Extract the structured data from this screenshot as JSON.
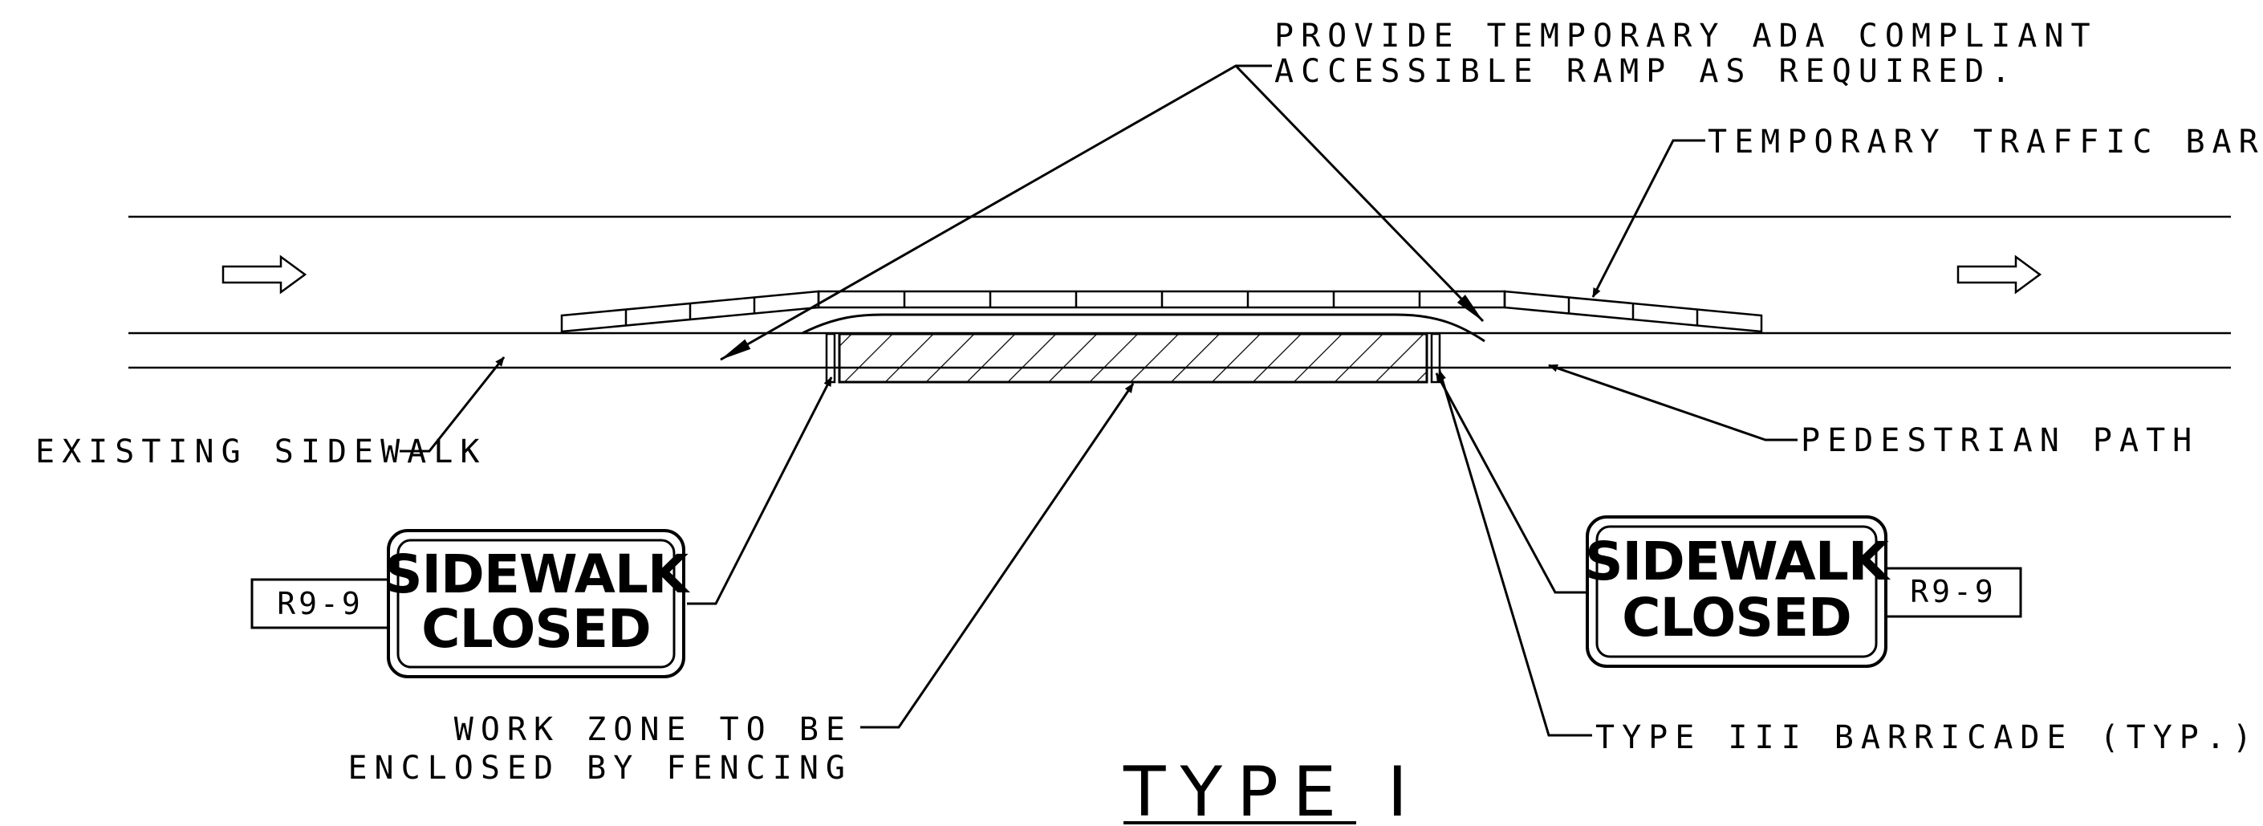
{
  "notes": {
    "ada_ramp_line1": "PROVIDE TEMPORARY ADA COMPLIANT",
    "ada_ramp_line2": "ACCESSIBLE RAMP AS REQUIRED.",
    "traffic_barrier": "TEMPORARY TRAFFIC BARRIER",
    "existing_sidewalk": "EXISTING SIDEWALK",
    "pedestrian_path": "PEDESTRIAN PATH",
    "work_zone_line1": "WORK ZONE TO BE",
    "work_zone_line2": "ENCLOSED BY FENCING",
    "barricade": "TYPE III BARRICADE (TYP.)"
  },
  "signs": {
    "left": {
      "line1": "SIDEWALK",
      "line2": "CLOSED",
      "code": "R9-9"
    },
    "right": {
      "line1": "SIDEWALK",
      "line2": "CLOSED",
      "code": "R9-9"
    }
  },
  "title": "TYPE I",
  "icons": {
    "traffic_left": "right-arrow-icon",
    "traffic_right": "right-arrow-icon"
  }
}
